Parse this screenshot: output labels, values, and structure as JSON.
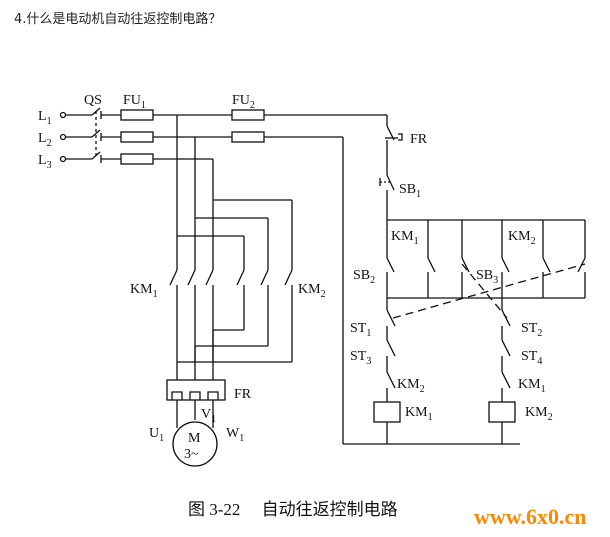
{
  "question": "4.什么是电动机自动往返控制电路？",
  "diagram": {
    "line_labels": [
      "L",
      "L",
      "L"
    ],
    "line_subs": [
      "1",
      "2",
      "3"
    ],
    "qs": "QS",
    "fu1": "FU",
    "fu1_sub": "1",
    "fu2": "FU",
    "fu2_sub": "2",
    "fr_top": "FR",
    "sb1": "SB",
    "sb1_sub": "1",
    "km1_hold": "KM",
    "km1_hold_sub": "1",
    "km2_hold": "KM",
    "km2_hold_sub": "2",
    "sb2": "SB",
    "sb2_sub": "2",
    "sb3": "SB",
    "sb3_sub": "3",
    "st1": "ST",
    "st1_sub": "1",
    "st3": "ST",
    "st3_sub": "3",
    "st2": "ST",
    "st2_sub": "2",
    "st4": "ST",
    "st4_sub": "4",
    "km2_nc": "KM",
    "km2_nc_sub": "2",
    "km1_nc": "KM",
    "km1_nc_sub": "1",
    "coil1": "KM",
    "coil1_sub": "1",
    "coil2": "KM",
    "coil2_sub": "2",
    "km1_main": "KM",
    "km1_main_sub": "1",
    "km2_main": "KM",
    "km2_main_sub": "2",
    "fr_bottom": "FR",
    "u1": "U",
    "u1_sub": "1",
    "v1": "V",
    "v1_sub": "1",
    "w1": "W",
    "w1_sub": "1",
    "motor_m": "M",
    "motor_phase": "3~",
    "caption": "图 3-22　 自动往返控制电路",
    "watermark": "www.6x0.cn"
  }
}
